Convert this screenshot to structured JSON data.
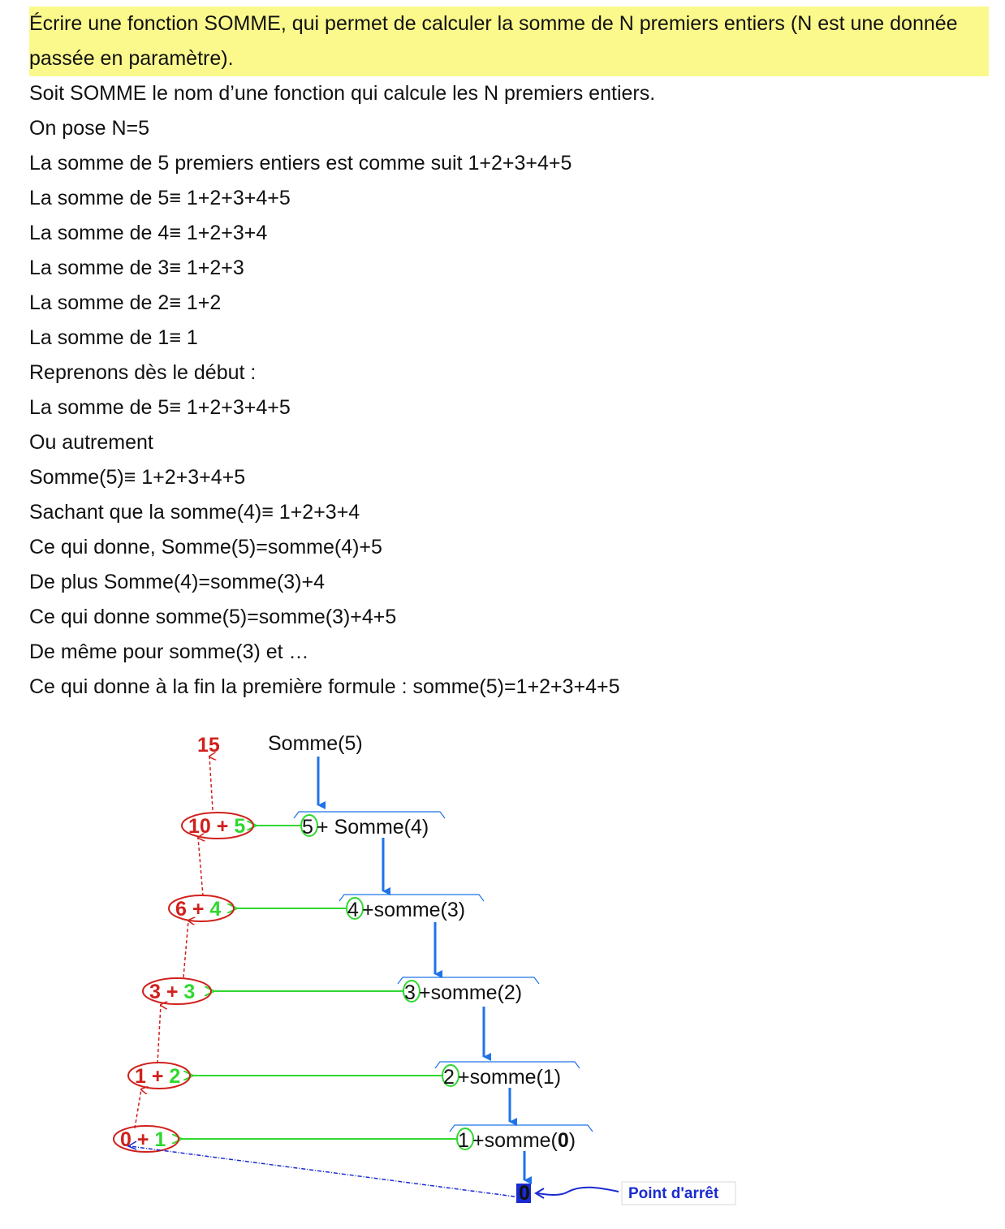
{
  "exercise": {
    "statement": "Écrire une fonction SOMME, qui permet de calculer la somme de N premiers entiers (N est une donnée passée en paramètre).",
    "lines": [
      "Soit SOMME le nom d’une fonction qui calcule les N premiers entiers.",
      "On pose N=5",
      "La somme de 5 premiers entiers est comme suit 1+2+3+4+5",
      "La somme de 5≡ 1+2+3+4+5",
      "La somme de 4≡ 1+2+3+4",
      "La somme de 3≡ 1+2+3",
      "La somme de 2≡ 1+2",
      "La somme de 1≡ 1",
      "Reprenons dès le début :",
      "La somme de 5≡ 1+2+3+4+5",
      "Ou autrement",
      "Somme(5)≡ 1+2+3+4+5",
      "Sachant que la somme(4)≡ 1+2+3+4",
      "Ce qui donne, Somme(5)=somme(4)+5",
      "De plus Somme(4)=somme(3)+4",
      "Ce qui donne somme(5)=somme(3)+4+5",
      "De même pour somme(3) et …",
      "Ce qui donne à la fin la première formule : somme(5)=1+2+3+4+5"
    ]
  },
  "diagram": {
    "top_call": "Somme(5)",
    "result": "15",
    "steps": [
      {
        "n": "5",
        "call": " + Somme(4)",
        "acc": "10",
        "plus": " + ",
        "add": "5"
      },
      {
        "n": "4",
        "call": "+somme(3)",
        "acc": "6",
        "plus": " + ",
        "add": "4"
      },
      {
        "n": "3",
        "call": "+somme(2)",
        "acc": "3",
        "plus": " + ",
        "add": "3"
      },
      {
        "n": "2",
        "call": "+somme(1)",
        "acc": "1",
        "plus": " + ",
        "add": "2"
      },
      {
        "n": "1",
        "call": "+somme(",
        "call_bold": "0",
        "call_end": ")",
        "acc": "0",
        "plus": " + ",
        "add": "1"
      }
    ],
    "base_value": "0",
    "stop_label": "Point d'arrêt",
    "colors": {
      "call_arrow": "#1e73e8",
      "return_arrow": "#d0201c",
      "value_arrow": "#2fd82f",
      "stop_arrow": "#1a2bd0",
      "highlight": "#fbf98c"
    }
  }
}
